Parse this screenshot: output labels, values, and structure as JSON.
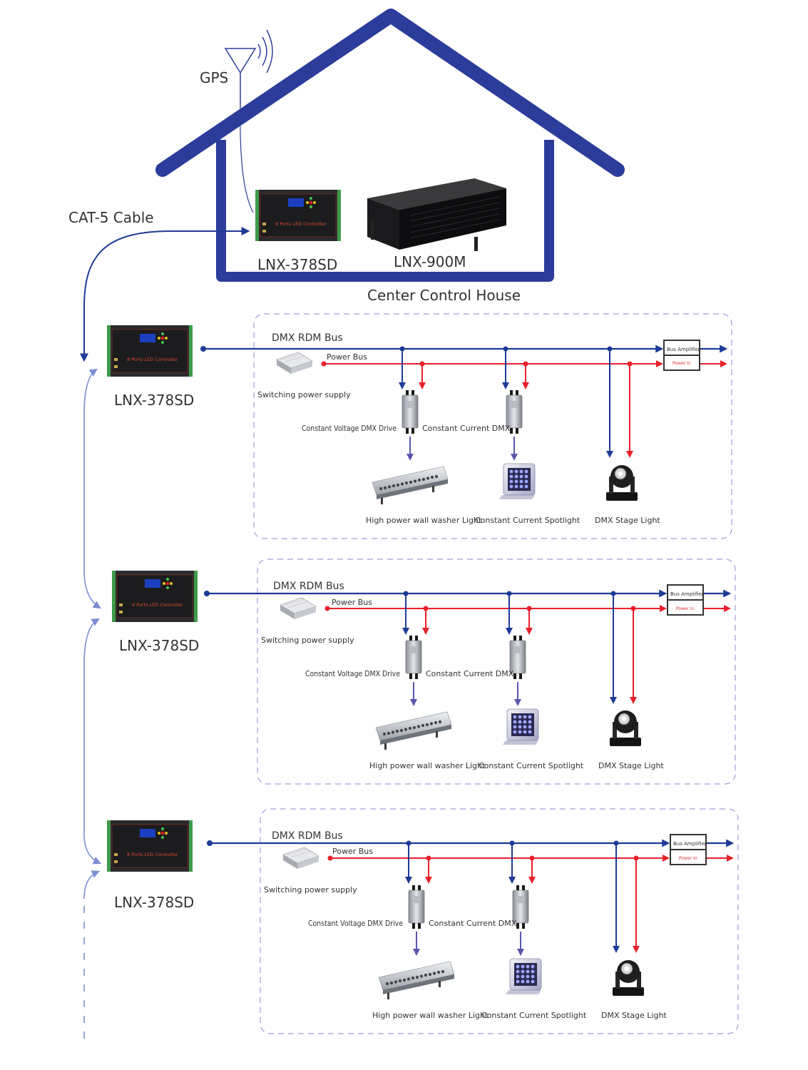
{
  "colors": {
    "house": "#2c3c9a",
    "dmx_bus": "#1e3a96",
    "power_bus": "#e8202a",
    "link": "#7a8fd0",
    "out_arrow": "#5a56b0",
    "frame": "#9aa2d8"
  },
  "house": {
    "gps_label": "GPS",
    "cable_label": "CAT-5 Cable",
    "controller_model": "LNX-378SD",
    "server_model": "LNX-900M",
    "title": "Center Control  House",
    "controller_face_text": "8 Ports LED Controller"
  },
  "sections": [
    {
      "controller_model": "LNX-378SD",
      "controller_face_text": "8 Ports LED Controller",
      "dmx_bus_label": "DMX RDM Bus",
      "power_bus_label": "Power Bus",
      "psu_label": "Switching power supply",
      "bus_amplifier_label": "Bus Amplifier",
      "power_in_label": "Power In",
      "driver_cv_label": "Constant Voltage DMX Drive",
      "driver_cc_label": "Constant Current DMX",
      "fixture_washer_label": "High power wall washer Light",
      "fixture_spot_label": "Constant  Current Spotlight",
      "fixture_stage_label": "DMX Stage Light"
    },
    {
      "controller_model": "LNX-378SD",
      "controller_face_text": "8 Ports LED Controller",
      "dmx_bus_label": "DMX RDM Bus",
      "power_bus_label": "Power Bus",
      "psu_label": "Switching power supply",
      "bus_amplifier_label": "Bus Amplifier",
      "power_in_label": "Power In",
      "driver_cv_label": "Constant Voltage DMX Drive",
      "driver_cc_label": "Constant Current DMX",
      "fixture_washer_label": "High power wall washer Light",
      "fixture_spot_label": "Constant  Current Spotlight",
      "fixture_stage_label": "DMX Stage Light"
    },
    {
      "controller_model": "LNX-378SD",
      "controller_face_text": "8 Ports LED Controller",
      "dmx_bus_label": "DMX RDM Bus",
      "power_bus_label": "Power Bus",
      "psu_label": "Switching power supply",
      "bus_amplifier_label": "Bus Amplifier",
      "power_in_label": "Power In",
      "driver_cv_label": "Constant Voltage DMX Drive",
      "driver_cc_label": "Constant Current DMX",
      "fixture_washer_label": "High power wall washer Light",
      "fixture_spot_label": "Constant  Current Spotlight",
      "fixture_stage_label": "DMX Stage Light"
    }
  ]
}
